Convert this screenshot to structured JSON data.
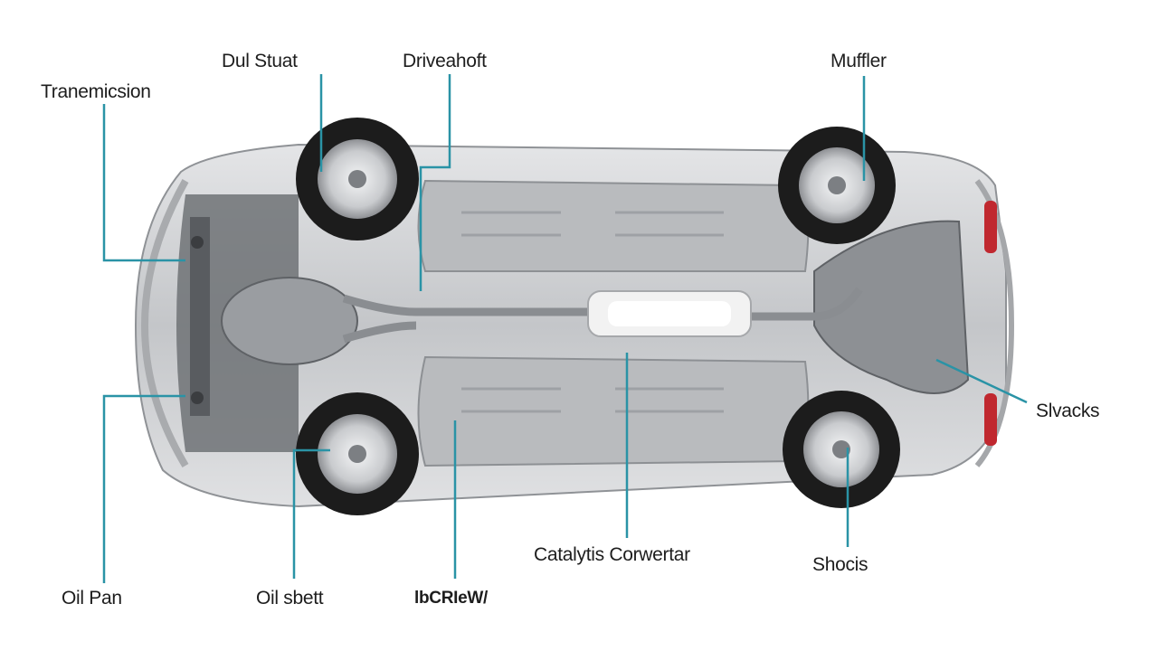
{
  "labels": {
    "transmission": "Tranemicsion",
    "dul_strut": "Dul Stuat",
    "driveshaft": "Driveahoft",
    "muffler": "Muffler",
    "oil_pan": "Oil Pan",
    "oil_shaft": "Oil sbett",
    "bottom_mid": "lbCRIeW/",
    "catalytic_converter": "Catalytis Corwertar",
    "shocks": "Shocis",
    "slvacks": "Slvacks"
  },
  "colors": {
    "callout_line": "#2a93a6",
    "body_silver": "#c9cbce",
    "body_dark": "#8f9296",
    "underbody_panel": "#b7b9bc",
    "tire": "#1c1c1c",
    "rim": "#d3d5d8",
    "tail_light": "#c0282f",
    "converter": "#f2f2f2"
  }
}
